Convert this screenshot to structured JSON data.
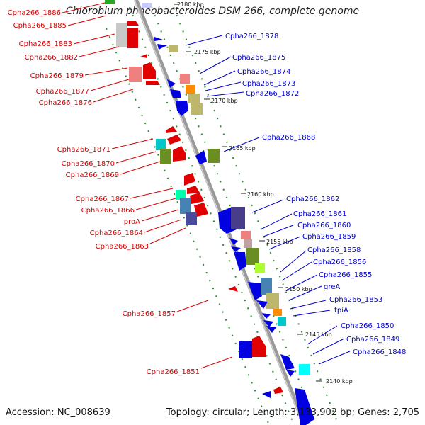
{
  "title": "Chlorobium phaeobacteroides DSM 266, complete genome",
  "footer": {
    "accession": "Accession: NC_008639",
    "summary": "Topology: circular; Length: 3,133,902 bp; Genes: 2,705"
  },
  "colors": {
    "backbone": "#8a8a8a",
    "track_dots": "#2e8b2e",
    "forward_gene": "#e00000",
    "reverse_gene": "#0000e0",
    "left_label": "#d40000",
    "right_label": "#0000cc"
  },
  "ticks": [
    "2180 kbp",
    "2175 kbp",
    "2170 kbp",
    "2165 kbp",
    "2160 kbp",
    "2155 kbp",
    "2150 kbp",
    "2145 kbp",
    "2140 kbp"
  ],
  "left_labels": [
    "Cpha266_1886",
    "Cpha266_1885",
    "Cpha266_1883",
    "Cpha266_1882",
    "Cpha266_1879",
    "Cpha266_1877",
    "Cpha266_1876",
    "Cpha266_1871",
    "Cpha266_1870",
    "Cpha266_1869",
    "Cpha266_1867",
    "Cpha266_1866",
    "proA",
    "Cpha266_1864",
    "Cpha266_1863",
    "Cpha266_1857",
    "Cpha266_1851"
  ],
  "right_labels": [
    "Cpha266_1878",
    "Cpha266_1875",
    "Cpha266_1874",
    "Cpha266_1873",
    "Cpha266_1872",
    "Cpha266_1868",
    "Cpha266_1862",
    "Cpha266_1861",
    "Cpha266_1860",
    "Cpha266_1859",
    "Cpha266_1858",
    "Cpha266_1856",
    "Cpha266_1855",
    "greA",
    "Cpha266_1853",
    "tpiA",
    "Cpha266_1850",
    "Cpha266_1849",
    "Cpha266_1848"
  ]
}
